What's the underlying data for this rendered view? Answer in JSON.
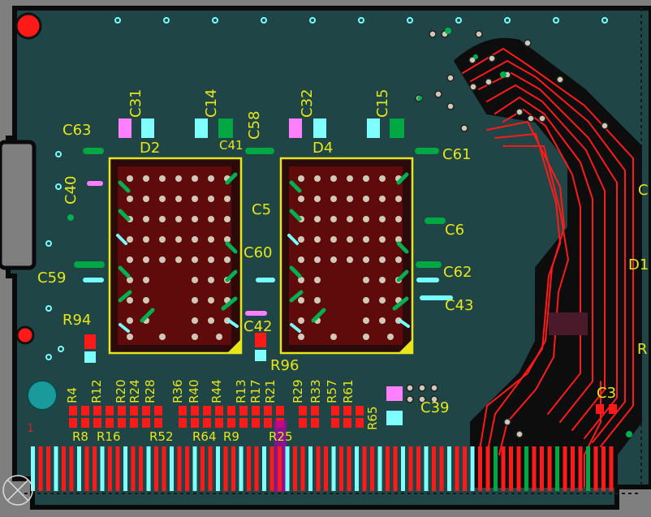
{
  "colors": {
    "background": "#7f7f7f",
    "board_fill": "#1f4546",
    "outline": "#0a0a0a",
    "silkscreen": "#e6e619",
    "top_copper": "#ff1a1a",
    "bottom_pad": "#00c8c8",
    "pad_cyan": "#80ffff",
    "pad_magenta": "#ff80ff",
    "pad_green": "#00a844",
    "via": "#c8c0b0"
  },
  "components": [
    {
      "ref": "C31"
    },
    {
      "ref": "C14"
    },
    {
      "ref": "C32"
    },
    {
      "ref": "C15"
    },
    {
      "ref": "C63"
    },
    {
      "ref": "C58"
    },
    {
      "ref": "C41"
    },
    {
      "ref": "C61"
    },
    {
      "ref": "D2"
    },
    {
      "ref": "D4"
    },
    {
      "ref": "C40"
    },
    {
      "ref": "C5"
    },
    {
      "ref": "C6"
    },
    {
      "ref": "C60"
    },
    {
      "ref": "C59"
    },
    {
      "ref": "C62"
    },
    {
      "ref": "C43"
    },
    {
      "ref": "R94"
    },
    {
      "ref": "C42"
    },
    {
      "ref": "R96"
    },
    {
      "ref": "C39"
    },
    {
      "ref": "C3"
    },
    {
      "ref": "D1"
    },
    {
      "ref": "C"
    },
    {
      "ref": "R"
    }
  ],
  "resistor_column_labels": [
    "R4",
    "R12",
    "R20",
    "R24",
    "R28",
    "R36",
    "R40",
    "R44",
    "R13",
    "R17",
    "R21",
    "R29",
    "R33",
    "R57",
    "R61",
    "R65"
  ],
  "resistor_row_labels": [
    "R8",
    "R16",
    "R52",
    "R64",
    "R9",
    "R25"
  ],
  "layer_marker": "1",
  "tool_mode": "crosshair-icon"
}
